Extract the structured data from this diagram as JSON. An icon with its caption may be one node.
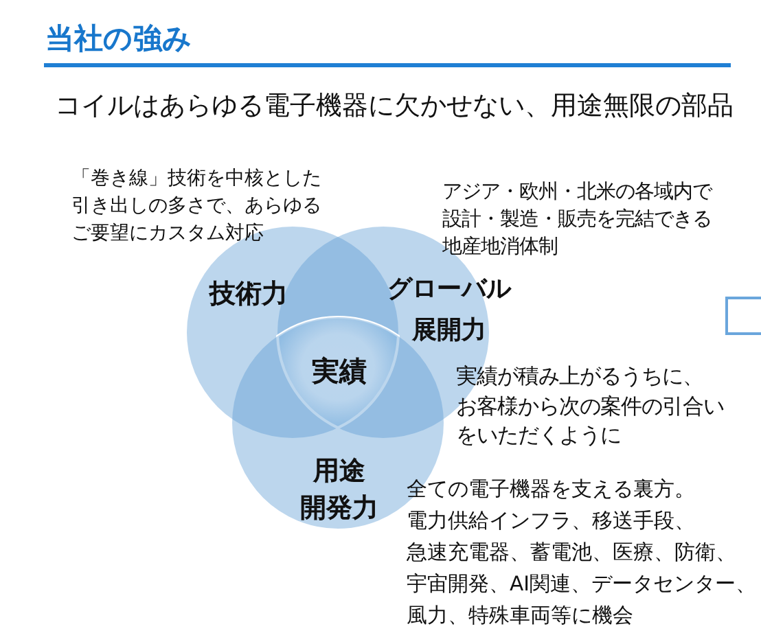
{
  "diagram": {
    "title": "当社の強み",
    "nodes": [
      {
        "text": [
          "技術力"
        ],
        "beside": [
          "「巻き線」技術を中核とした引き出しの多さで、あらゆるご要望にカスタム対応"
        ]
      },
      {
        "text": [
          "グローバル展開力"
        ],
        "beside": [
          "アジア・欧州・北米の各域内で設計・製造・販売を完結できる地産地消体制"
        ]
      },
      {
        "text": [
          "実績"
        ]
      },
      {
        "text": [
          "用途開発力"
        ],
        "beside": [
          "全ての電子機器を支える裏方。電力供給インフラ、移送手段、急速充電器、蓄電池、医療、防衛、宇宙開発、AI関連、データセンター、風力、特殊車両等に機会"
        ]
      },
      {
        "text": [],
        "shape": "box"
      }
    ],
    "labels": [
      "コイルはあらゆる電子機器に欠かせない、用途無限の部品",
      "実績が積み上がるうちに、お客様から次の案件の引合いをいただくように"
    ]
  }
}
